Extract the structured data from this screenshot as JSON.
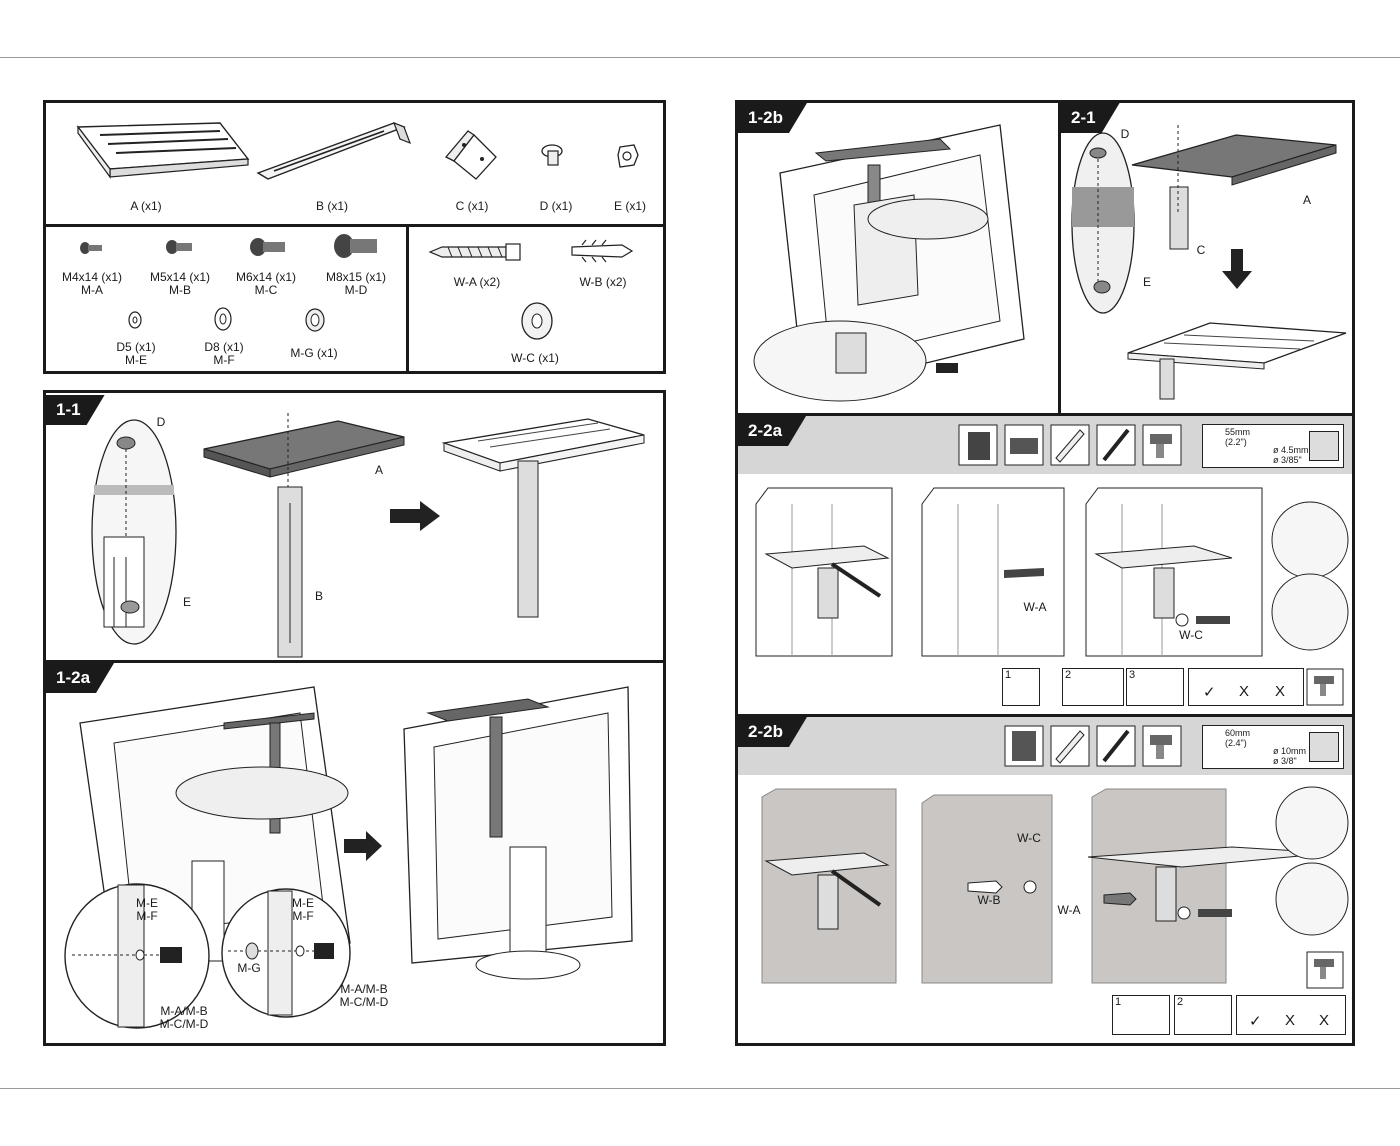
{
  "parts": [
    {
      "label": "A (x1)"
    },
    {
      "label": "B (x1)"
    },
    {
      "label": "C (x1)"
    },
    {
      "label": "D (x1)"
    },
    {
      "label": "E (x1)"
    }
  ],
  "hardware_monitor": [
    {
      "line1": "M4x14 (x1)",
      "line2": "M-A"
    },
    {
      "line1": "M5x14 (x1)",
      "line2": "M-B"
    },
    {
      "line1": "M6x14 (x1)",
      "line2": "M-C"
    },
    {
      "line1": "M8x15 (x1)",
      "line2": "M-D"
    },
    {
      "line1": "D5 (x1)",
      "line2": "M-E"
    },
    {
      "line1": "D8 (x1)",
      "line2": "M-F"
    },
    {
      "line1": "M-G (x1)",
      "line2": ""
    }
  ],
  "hardware_wall": [
    {
      "label": "W-A (x2)"
    },
    {
      "label": "W-B (x2)"
    },
    {
      "label": "W-C (x1)"
    }
  ],
  "steps": {
    "s11": {
      "tag": "1-1",
      "callouts": {
        "d": "D",
        "a": "A",
        "e": "E",
        "b": "B"
      }
    },
    "s12a": {
      "tag": "1-2a",
      "callouts": {
        "left_me": "M-E",
        "left_mf": "M-F",
        "left_screw1": "M-A/M-B",
        "left_screw2": "M-C/M-D",
        "right_me": "M-E",
        "right_mf": "M-F",
        "right_mg": "M-G",
        "right_screw1": "M-A/M-B",
        "right_screw2": "M-C/M-D"
      }
    },
    "s12b": {
      "tag": "1-2b"
    },
    "s21": {
      "tag": "2-1",
      "callouts": {
        "d": "D",
        "a": "A",
        "c": "C",
        "e": "E"
      }
    },
    "s22a": {
      "tag": "2-2a",
      "drill_spec": {
        "dist": "55mm",
        "dist_in": "(2.2\")",
        "dia": "ø 4.5mm",
        "dia_in": "ø 3/85\""
      },
      "callouts": {
        "wa": "W-A",
        "wc": "W-C"
      },
      "sequence": [
        "1",
        "2",
        "3"
      ],
      "marks": [
        "✓",
        "X",
        "X"
      ]
    },
    "s22b": {
      "tag": "2-2b",
      "drill_spec": {
        "dist": "60mm",
        "dist_in": "(2.4\")",
        "dia": "ø 10mm",
        "dia_in": "ø 3/8\""
      },
      "callouts": {
        "wc": "W-C",
        "wb": "W-B",
        "wa": "W-A"
      },
      "sequence": [
        "1",
        "2"
      ],
      "marks": [
        "✓",
        "X",
        "X"
      ]
    }
  }
}
